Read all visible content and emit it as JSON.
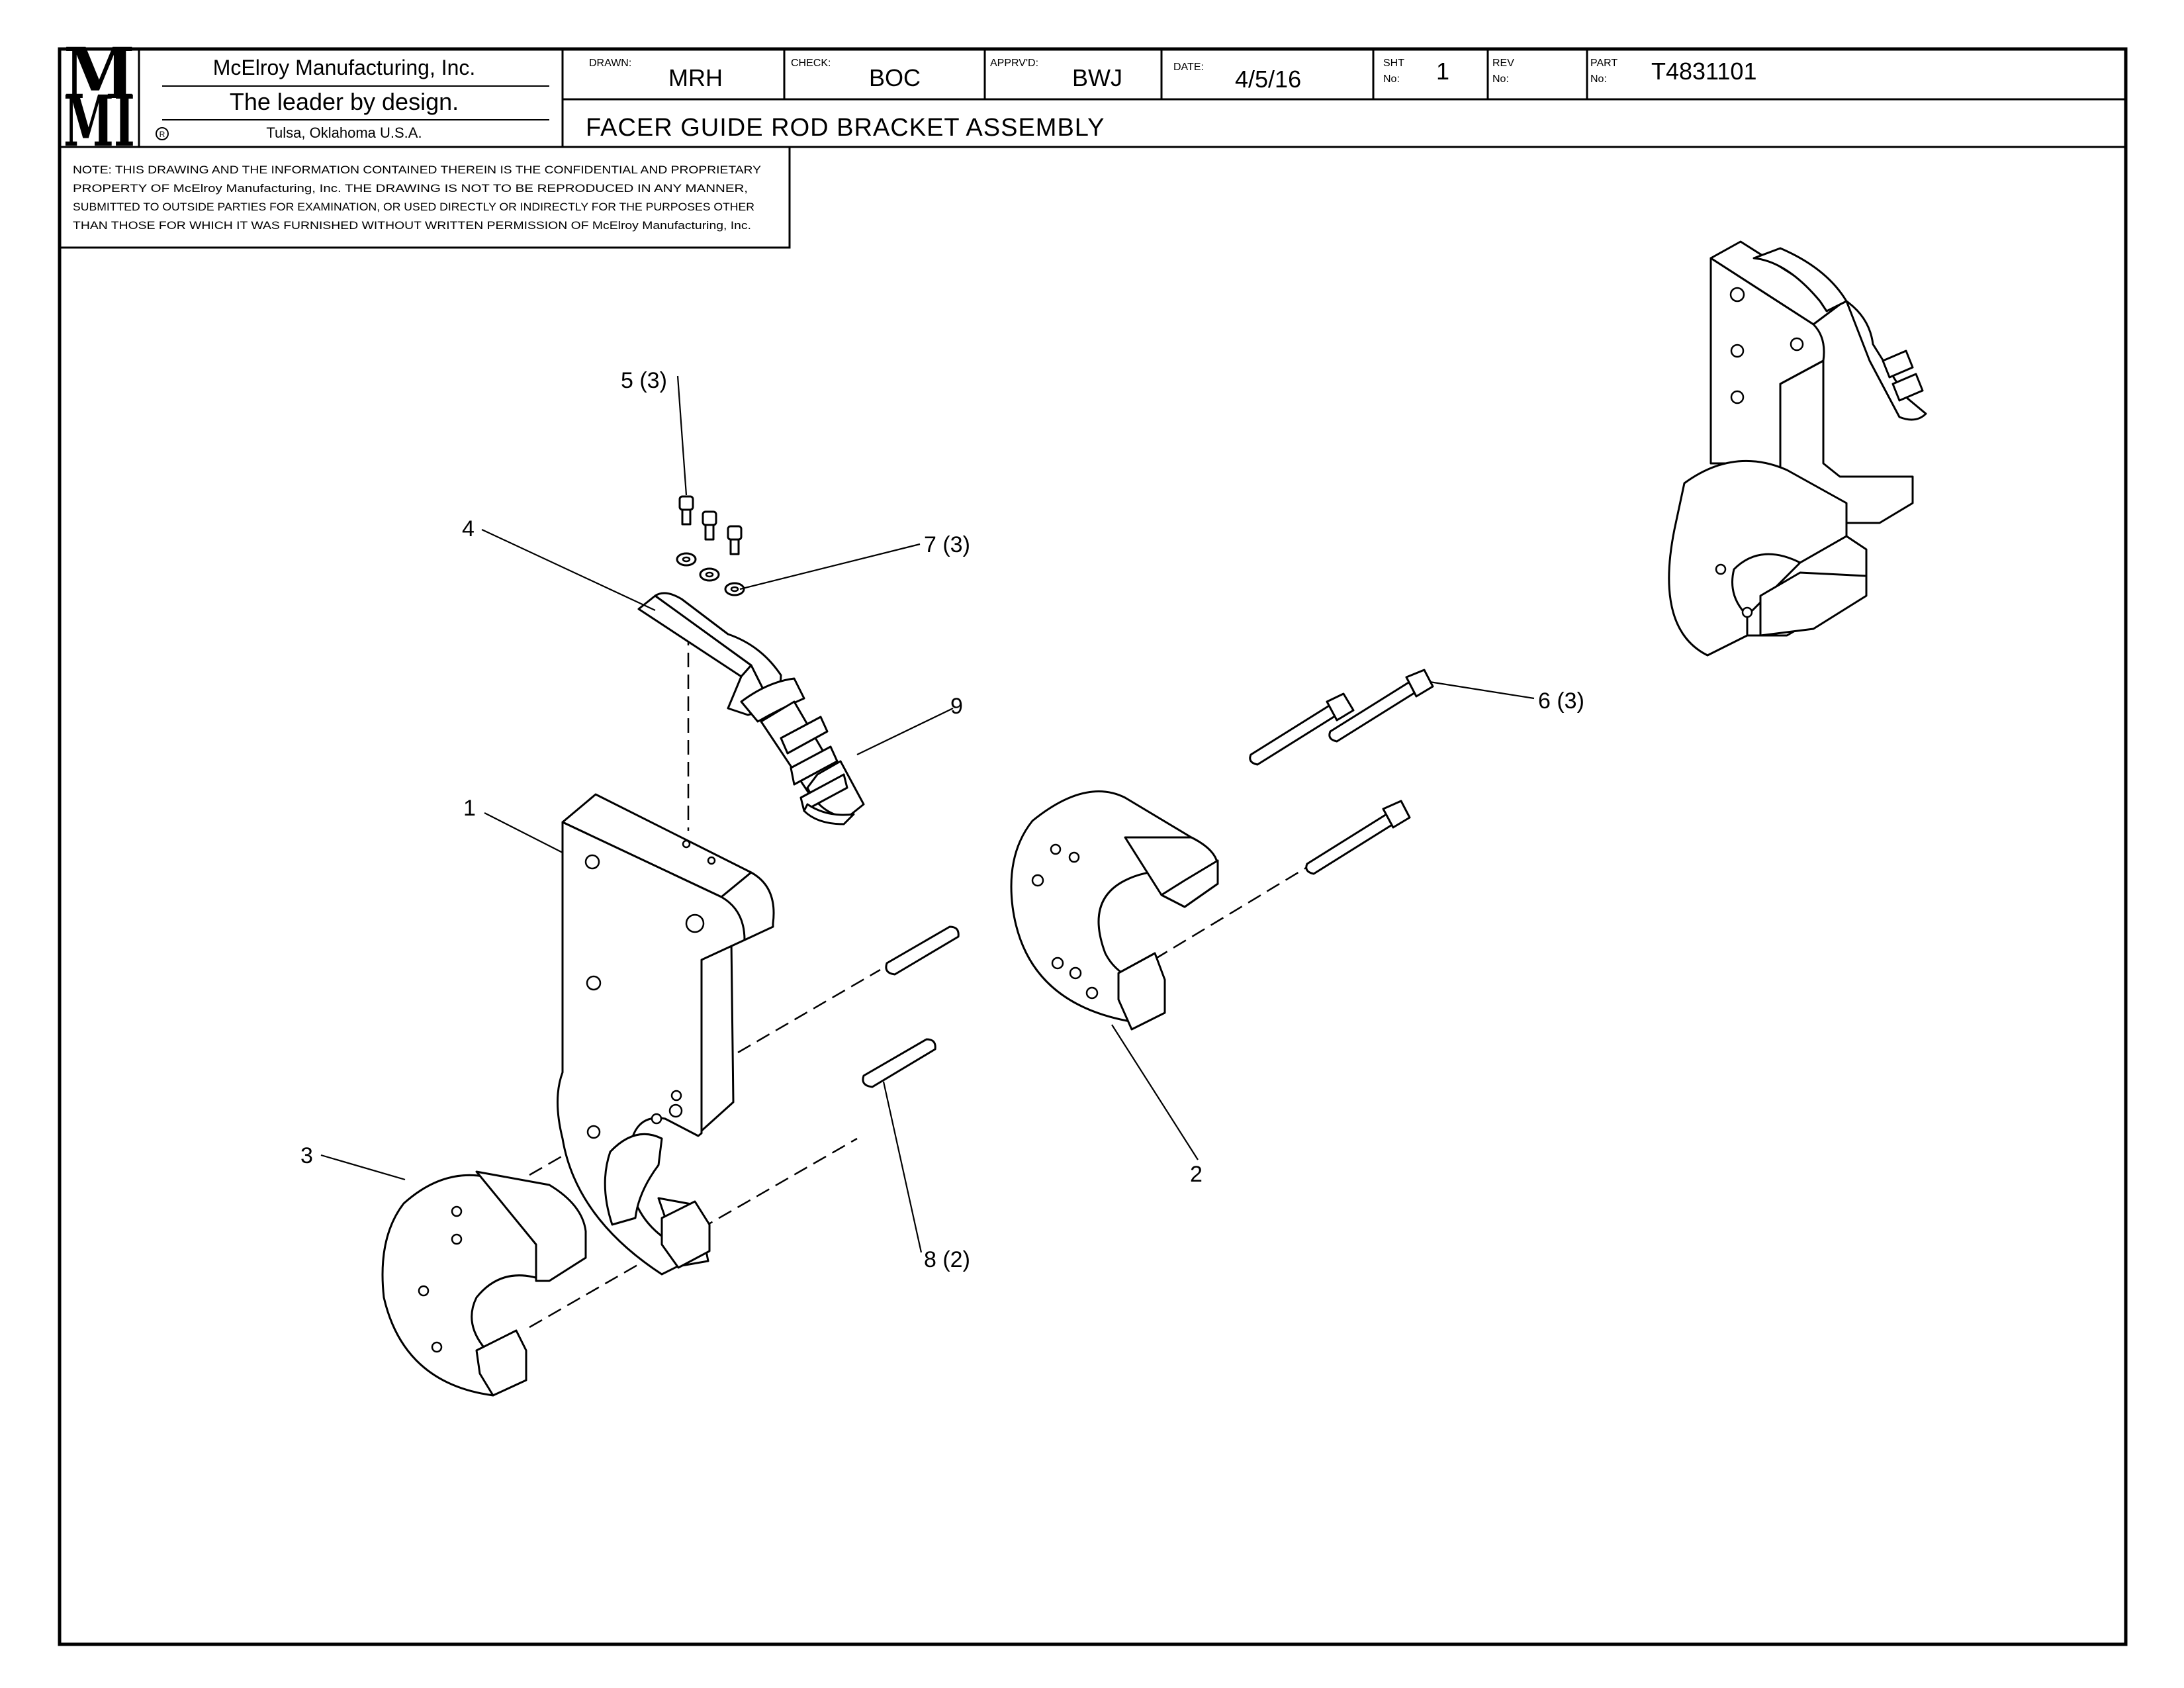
{
  "logo": {
    "letters": "MMI",
    "mark": "R"
  },
  "company": {
    "name": "McElroy Manufacturing, Inc.",
    "tagline": "The leader by design.",
    "location": "Tulsa, Oklahoma U.S.A."
  },
  "title_block": {
    "drawn_label": "DRAWN:",
    "drawn": "MRH",
    "check_label": "CHECK:",
    "check": "BOC",
    "apprvd_label": "APPRV'D:",
    "apprvd": "BWJ",
    "date_label": "DATE:",
    "date": "4/5/16",
    "sht_label": "SHT",
    "sht_no_label": "No:",
    "sht": "1",
    "rev_label": "REV",
    "rev_no_label": "No:",
    "rev": "",
    "part_label": "PART",
    "part_no_label": "No:",
    "part": "T4831101",
    "title": "FACER GUIDE ROD BRACKET ASSEMBLY"
  },
  "note": {
    "line1": "NOTE: THIS DRAWING AND THE INFORMATION CONTAINED THEREIN IS THE CONFIDENTIAL AND PROPRIETARY",
    "line2": "PROPERTY OF McElroy Manufacturing, Inc. THE DRAWING IS NOT TO BE REPRODUCED IN ANY MANNER,",
    "line3": "SUBMITTED TO OUTSIDE PARTIES FOR EXAMINATION, OR USED DIRECTLY OR INDIRECTLY FOR THE PURPOSES OTHER",
    "line4": "THAN THOSE FOR WHICH IT WAS FURNISHED WITHOUT WRITTEN PERMISSION OF McElroy Manufacturing, Inc."
  },
  "callouts": {
    "c1": "1",
    "c2": "2",
    "c3": "3",
    "c4": "4",
    "c5": "5 (3)",
    "c6": "6 (3)",
    "c7": "7 (3)",
    "c8": "8 (2)",
    "c9": "9"
  }
}
